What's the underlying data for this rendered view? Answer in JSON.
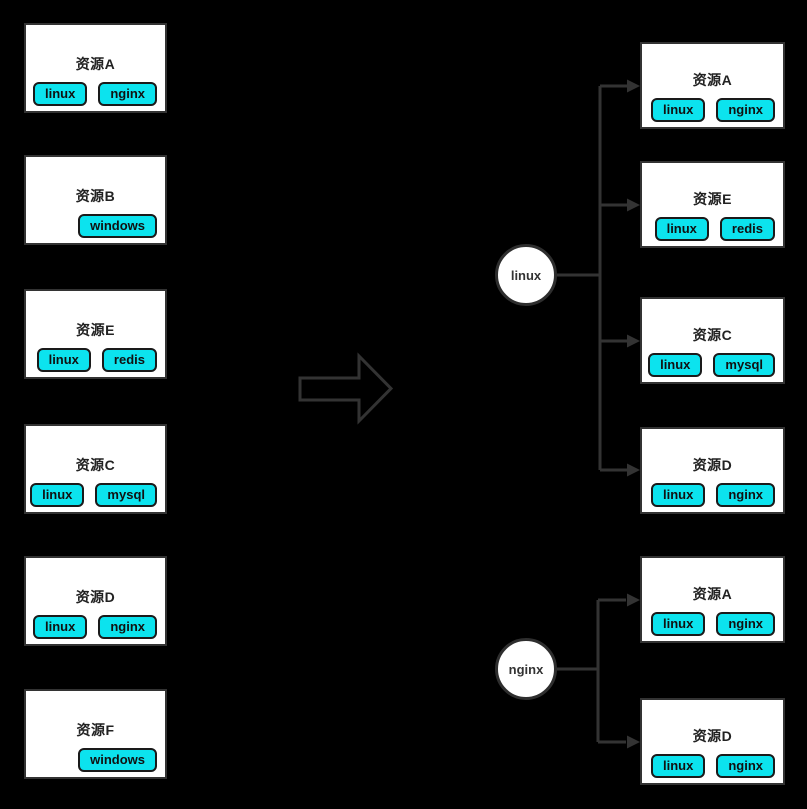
{
  "colors": {
    "bg": "#000000",
    "card_bg": "#ffffff",
    "card_border": "#333333",
    "line": "#333333",
    "tag_bg": "#0ce3ee",
    "tag_border": "#1a1a1a",
    "tag_text": "#111111",
    "title_text": "#222222",
    "node_bg": "#ffffff",
    "node_border": "#2e2e2e",
    "node_text": "#333333"
  },
  "left": {
    "cards": [
      {
        "title": "资源A",
        "tags": [
          "linux",
          "nginx"
        ]
      },
      {
        "title": "资源B",
        "tags": [
          "windows"
        ]
      },
      {
        "title": "资源E",
        "tags": [
          "linux",
          "redis"
        ]
      },
      {
        "title": "资源C",
        "tags": [
          "linux",
          "mysql"
        ]
      },
      {
        "title": "资源D",
        "tags": [
          "linux",
          "nginx"
        ]
      },
      {
        "title": "资源F",
        "tags": [
          "windows"
        ]
      }
    ]
  },
  "groups": [
    {
      "node": "linux",
      "cards": [
        {
          "title": "资源A",
          "tags": [
            "linux",
            "nginx"
          ]
        },
        {
          "title": "资源E",
          "tags": [
            "linux",
            "redis"
          ]
        },
        {
          "title": "资源C",
          "tags": [
            "linux",
            "mysql"
          ]
        },
        {
          "title": "资源D",
          "tags": [
            "linux",
            "nginx"
          ]
        }
      ]
    },
    {
      "node": "nginx",
      "cards": [
        {
          "title": "资源A",
          "tags": [
            "linux",
            "nginx"
          ]
        },
        {
          "title": "资源D",
          "tags": [
            "linux",
            "nginx"
          ]
        }
      ]
    }
  ]
}
